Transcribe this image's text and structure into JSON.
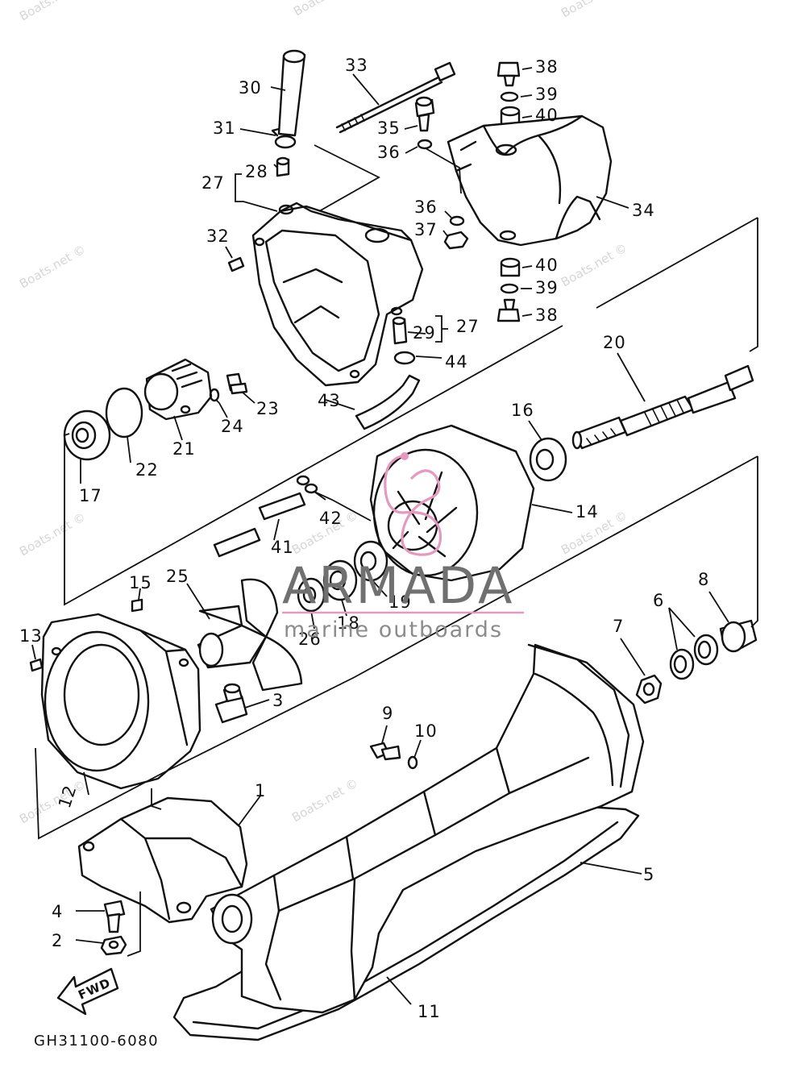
{
  "diagram_code": "GH31100-6080",
  "direction_label": "FWD",
  "brand": {
    "name": "ARMADA",
    "tagline": "marine outboards",
    "accent_color": "#e49ac0"
  },
  "watermark": {
    "text": "Boats.net ©",
    "partial_text": "Boats.n"
  },
  "callouts": [
    "1",
    "2",
    "3",
    "4",
    "5",
    "6",
    "7",
    "8",
    "9",
    "10",
    "11",
    "12",
    "13",
    "14",
    "15",
    "16",
    "17",
    "18",
    "19",
    "20",
    "21",
    "22",
    "23",
    "24",
    "25",
    "26",
    "27",
    "28",
    "29",
    "30",
    "31",
    "32",
    "33",
    "34",
    "35",
    "36",
    "37",
    "38",
    "39",
    "40",
    "41",
    "42",
    "43",
    "44"
  ],
  "bracket_numbers": [
    "27",
    "29",
    "27"
  ]
}
